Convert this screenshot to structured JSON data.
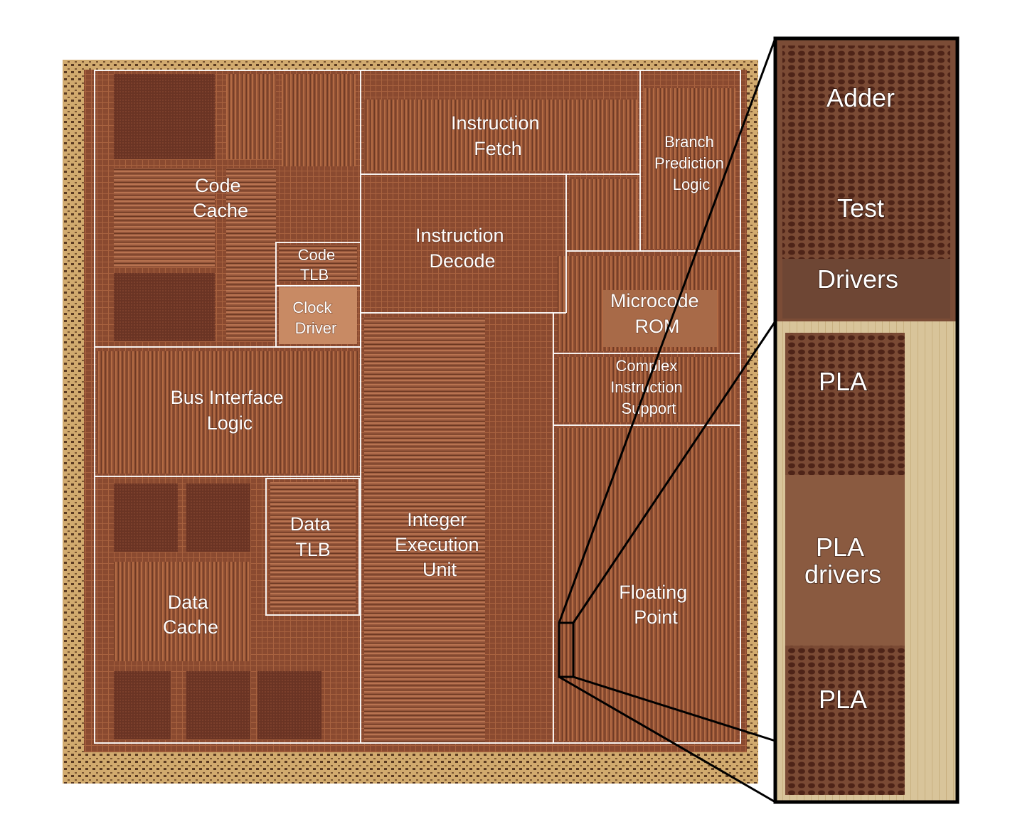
{
  "diagram": {
    "blocks": [
      {
        "id": "code-cache",
        "lines": [
          "Code",
          "Cache"
        ]
      },
      {
        "id": "instruction-fetch",
        "lines": [
          "Instruction",
          "Fetch"
        ]
      },
      {
        "id": "branch-prediction",
        "lines": [
          "Branch",
          "Prediction",
          "Logic"
        ]
      },
      {
        "id": "instruction-decode",
        "lines": [
          "Instruction",
          "Decode"
        ]
      },
      {
        "id": "code-tlb",
        "lines": [
          "Code",
          "TLB"
        ]
      },
      {
        "id": "clock-driver",
        "lines": [
          "Clock",
          "Driver"
        ]
      },
      {
        "id": "microcode-rom",
        "lines": [
          "Microcode",
          "ROM"
        ]
      },
      {
        "id": "complex-instruction",
        "lines": [
          "Complex",
          "Instruction",
          "Support"
        ]
      },
      {
        "id": "bus-interface",
        "lines": [
          "Bus Interface",
          "Logic"
        ]
      },
      {
        "id": "integer-execution",
        "lines": [
          "Integer",
          "Execution",
          "Unit"
        ]
      },
      {
        "id": "data-tlb",
        "lines": [
          "Data",
          "TLB"
        ]
      },
      {
        "id": "data-cache",
        "lines": [
          "Data",
          "Cache"
        ]
      },
      {
        "id": "floating-point",
        "lines": [
          "Floating",
          "Point"
        ]
      }
    ],
    "zoom": {
      "labels": [
        {
          "id": "adder",
          "text": "Adder"
        },
        {
          "id": "test",
          "text": "Test"
        },
        {
          "id": "drivers",
          "text": "Drivers"
        },
        {
          "id": "pla-1",
          "text": "PLA"
        },
        {
          "id": "pla-drivers",
          "lines": [
            "PLA",
            "drivers"
          ]
        },
        {
          "id": "pla-2",
          "text": "PLA"
        }
      ]
    },
    "colors": {
      "die_base": "#9a5a38",
      "die_border": "#d6b078",
      "block_outline": "#ffffff",
      "zoom_outline": "#000000"
    }
  }
}
